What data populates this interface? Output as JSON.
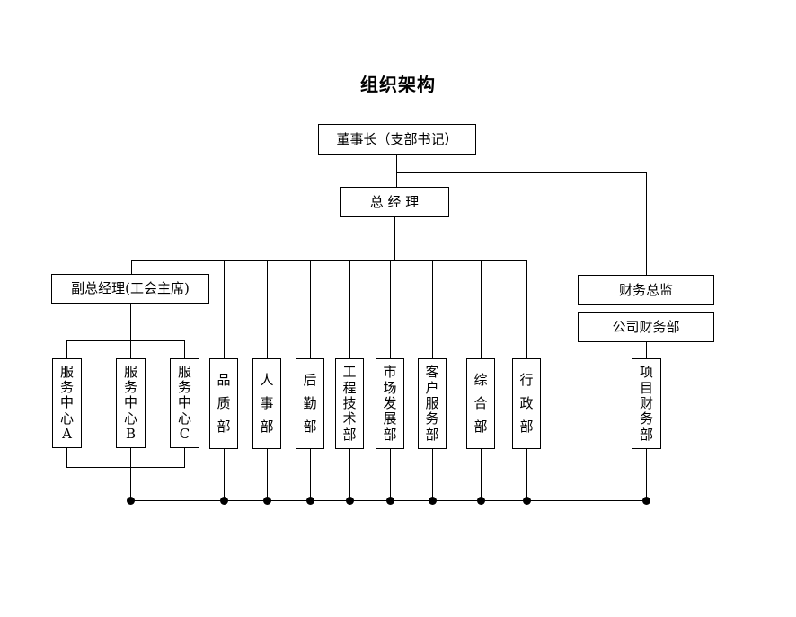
{
  "title": "组织架构",
  "colors": {
    "background": "#ffffff",
    "line": "#000000",
    "box_border": "#000000",
    "text": "#000000",
    "dot": "#000000"
  },
  "nodes": {
    "chairman": "董事长（支部书记）",
    "general_manager": "总 经 理",
    "deputy_gm": "副总经理(工会主席)",
    "finance_director": "财务总监",
    "company_finance": "公司财务部",
    "service_center_a": "服务中心A",
    "service_center_b": "服务中心B",
    "service_center_c": "服务中心C",
    "quality_dept": "品质部",
    "hr_dept": "人事部",
    "logistics_dept": "后勤部",
    "engineering_dept": "工程技术部",
    "market_dev_dept": "市场发展部",
    "customer_service_dept": "客户服务部",
    "general_affairs_dept": "综合部",
    "admin_dept": "行政部",
    "project_finance_dept": "项目财务部"
  },
  "hierarchy": {
    "chairman": [
      "general_manager",
      "finance_director"
    ],
    "general_manager": [
      "deputy_gm",
      "quality_dept",
      "hr_dept",
      "logistics_dept",
      "engineering_dept",
      "market_dev_dept",
      "customer_service_dept",
      "general_affairs_dept",
      "admin_dept"
    ],
    "deputy_gm": [
      "service_center_a",
      "service_center_b",
      "service_center_c"
    ],
    "finance_director": [
      "company_finance"
    ],
    "company_finance": [
      "project_finance_dept"
    ]
  }
}
